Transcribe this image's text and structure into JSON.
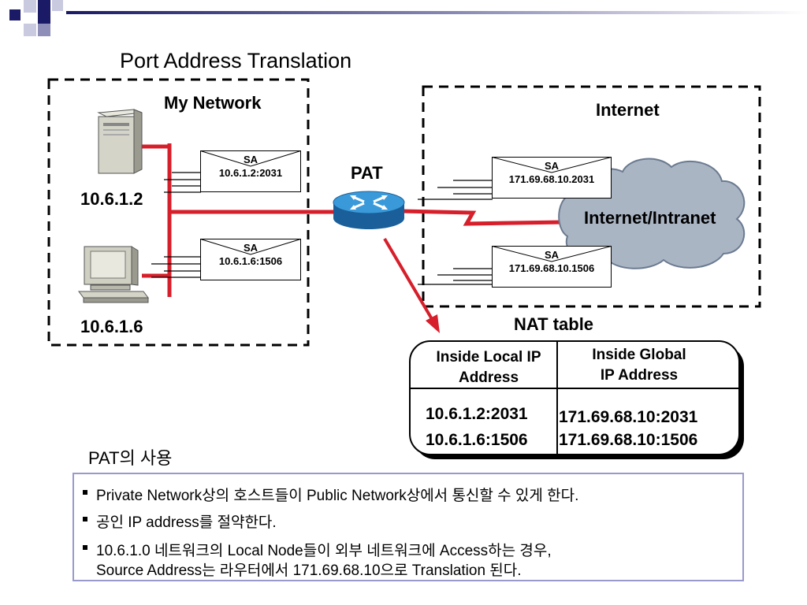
{
  "slide": {
    "title": "Port Address Translation",
    "colors": {
      "link": "#d61f2b",
      "router": "#1e7fc0",
      "cloud": "#aab5c4",
      "notes_border": "#9999cc",
      "corner_navy": "#1a1a66"
    }
  },
  "my_network": {
    "label": "My Network",
    "hosts": [
      {
        "icon": "server-icon",
        "ip": "10.6.1.2"
      },
      {
        "icon": "pc-icon",
        "ip": "10.6.1.6"
      }
    ],
    "packets": [
      {
        "label": "SA",
        "address": "10.6.1.2:2031"
      },
      {
        "label": "SA",
        "address": "10.6.1.6:1506"
      }
    ]
  },
  "router": {
    "label": "PAT",
    "icon": "router-icon"
  },
  "internet": {
    "label": "Internet",
    "cloud_label": "Internet/Intranet",
    "packets": [
      {
        "label": "SA",
        "address": "171.69.68.10.2031"
      },
      {
        "label": "SA",
        "address": "171.69.68.10.1506"
      }
    ]
  },
  "nat_table": {
    "title": "NAT table",
    "columns": [
      "Inside Local IP\nAddress",
      "Inside Global\nIP Address"
    ],
    "col_header_1a": "Inside Local IP",
    "col_header_1b": "Address",
    "col_header_2a": "Inside Global",
    "col_header_2b": "IP Address",
    "rows": [
      [
        "10.6.1.2:2031",
        "171.69.68.10:2031"
      ],
      [
        "10.6.1.6:1506",
        "171.69.68.10:1506"
      ]
    ]
  },
  "usage": {
    "heading": "PAT의 사용",
    "items": [
      "Private Network상의 호스트들이 Public Network상에서 통신할 수 있게 한다.",
      "공인 IP address를 절약한다.",
      "10.6.1.0 네트워크의  Local Node들이 외부 네트워크에 Access하는 경우,",
      "Source Address는 라우터에서 171.69.68.10으로 Translation 된다."
    ]
  }
}
